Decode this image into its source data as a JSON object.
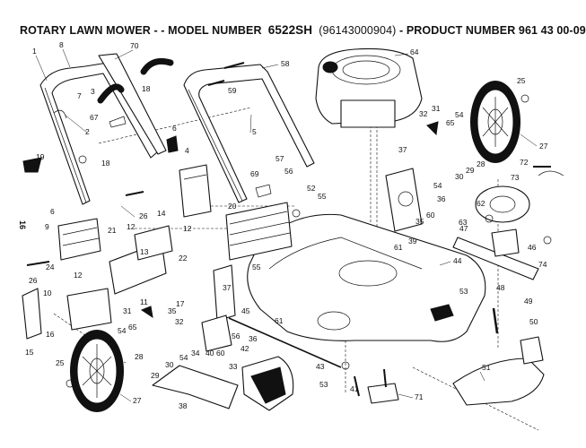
{
  "header": {
    "prefix": "ROTARY LAWN MOWER - - MODEL NUMBER",
    "model": "6522SH",
    "code": "(96143000904)",
    "product": "- PRODUCT NUMBER 961 43 00-09"
  },
  "page_number": "16",
  "callouts": [
    {
      "id": "c-1",
      "text": "1"
    },
    {
      "id": "c-8",
      "text": "8"
    },
    {
      "id": "c-70",
      "text": "70"
    },
    {
      "id": "c-58",
      "text": "58"
    },
    {
      "id": "c-64",
      "text": "64"
    },
    {
      "id": "c-7",
      "text": "7"
    },
    {
      "id": "c-3",
      "text": "3"
    },
    {
      "id": "c-18a",
      "text": "18"
    },
    {
      "id": "c-59",
      "text": "59"
    },
    {
      "id": "c-25a",
      "text": "25"
    },
    {
      "id": "c-67",
      "text": "67"
    },
    {
      "id": "c-2",
      "text": "2"
    },
    {
      "id": "c-6a",
      "text": "6"
    },
    {
      "id": "c-5",
      "text": "5"
    },
    {
      "id": "c-32a",
      "text": "32"
    },
    {
      "id": "c-31a",
      "text": "31"
    },
    {
      "id": "c-54a",
      "text": "54"
    },
    {
      "id": "c-65a",
      "text": "65"
    },
    {
      "id": "c-4",
      "text": "4"
    },
    {
      "id": "c-57",
      "text": "57"
    },
    {
      "id": "c-37a",
      "text": "37"
    },
    {
      "id": "c-27a",
      "text": "27"
    },
    {
      "id": "c-19",
      "text": "19"
    },
    {
      "id": "c-18b",
      "text": "18"
    },
    {
      "id": "c-56a",
      "text": "56"
    },
    {
      "id": "c-28a",
      "text": "28"
    },
    {
      "id": "c-29a",
      "text": "29"
    },
    {
      "id": "c-72",
      "text": "72"
    },
    {
      "id": "c-69",
      "text": "69"
    },
    {
      "id": "c-30a",
      "text": "30"
    },
    {
      "id": "c-73",
      "text": "73"
    },
    {
      "id": "c-52",
      "text": "52"
    },
    {
      "id": "c-54b",
      "text": "54"
    },
    {
      "id": "c-55a",
      "text": "55"
    },
    {
      "id": "c-36a",
      "text": "36"
    },
    {
      "id": "c-6b",
      "text": "6"
    },
    {
      "id": "c-26a",
      "text": "26"
    },
    {
      "id": "c-20",
      "text": "20"
    },
    {
      "id": "c-60a",
      "text": "60"
    },
    {
      "id": "c-62",
      "text": "62"
    },
    {
      "id": "c-14",
      "text": "14"
    },
    {
      "id": "c-35a",
      "text": "35"
    },
    {
      "id": "c-63",
      "text": "63"
    },
    {
      "id": "c-21",
      "text": "21"
    },
    {
      "id": "c-47",
      "text": "47"
    },
    {
      "id": "c-9",
      "text": "9"
    },
    {
      "id": "c-12a",
      "text": "12"
    },
    {
      "id": "c-12b",
      "text": "12"
    },
    {
      "id": "c-39",
      "text": "39"
    },
    {
      "id": "c-61a",
      "text": "61"
    },
    {
      "id": "c-46",
      "text": "46"
    },
    {
      "id": "c-13",
      "text": "13"
    },
    {
      "id": "c-74",
      "text": "74"
    },
    {
      "id": "c-24",
      "text": "24"
    },
    {
      "id": "c-22",
      "text": "22"
    },
    {
      "id": "c-26b",
      "text": "26"
    },
    {
      "id": "c-44",
      "text": "44"
    },
    {
      "id": "c-55b",
      "text": "55"
    },
    {
      "id": "c-12c",
      "text": "12"
    },
    {
      "id": "c-10",
      "text": "10"
    },
    {
      "id": "c-11",
      "text": "11"
    },
    {
      "id": "c-17",
      "text": "17"
    },
    {
      "id": "c-37b",
      "text": "37"
    },
    {
      "id": "c-53a",
      "text": "53"
    },
    {
      "id": "c-48",
      "text": "48"
    },
    {
      "id": "c-49",
      "text": "49"
    },
    {
      "id": "c-31b",
      "text": "31"
    },
    {
      "id": "c-35b",
      "text": "35"
    },
    {
      "id": "c-45",
      "text": "45"
    },
    {
      "id": "c-16",
      "text": "16"
    },
    {
      "id": "c-15",
      "text": "15"
    },
    {
      "id": "c-61b",
      "text": "61"
    },
    {
      "id": "c-50",
      "text": "50"
    },
    {
      "id": "c-32b",
      "text": "32"
    },
    {
      "id": "c-56b",
      "text": "56"
    },
    {
      "id": "c-54c",
      "text": "54"
    },
    {
      "id": "c-65b",
      "text": "65"
    },
    {
      "id": "c-36b",
      "text": "36"
    },
    {
      "id": "c-34",
      "text": "34"
    },
    {
      "id": "c-40",
      "text": "40"
    },
    {
      "id": "c-42",
      "text": "42"
    },
    {
      "id": "c-60b",
      "text": "60"
    },
    {
      "id": "c-25b",
      "text": "25"
    },
    {
      "id": "c-28b",
      "text": "28"
    },
    {
      "id": "c-54d",
      "text": "54"
    },
    {
      "id": "c-30b",
      "text": "30"
    },
    {
      "id": "c-43",
      "text": "43"
    },
    {
      "id": "c-29b",
      "text": "29"
    },
    {
      "id": "c-33",
      "text": "33"
    },
    {
      "id": "c-51",
      "text": "51"
    },
    {
      "id": "c-53b",
      "text": "53"
    },
    {
      "id": "c-27b",
      "text": "27"
    },
    {
      "id": "c-41",
      "text": "41"
    },
    {
      "id": "c-38",
      "text": "38"
    },
    {
      "id": "c-71",
      "text": "71"
    }
  ]
}
